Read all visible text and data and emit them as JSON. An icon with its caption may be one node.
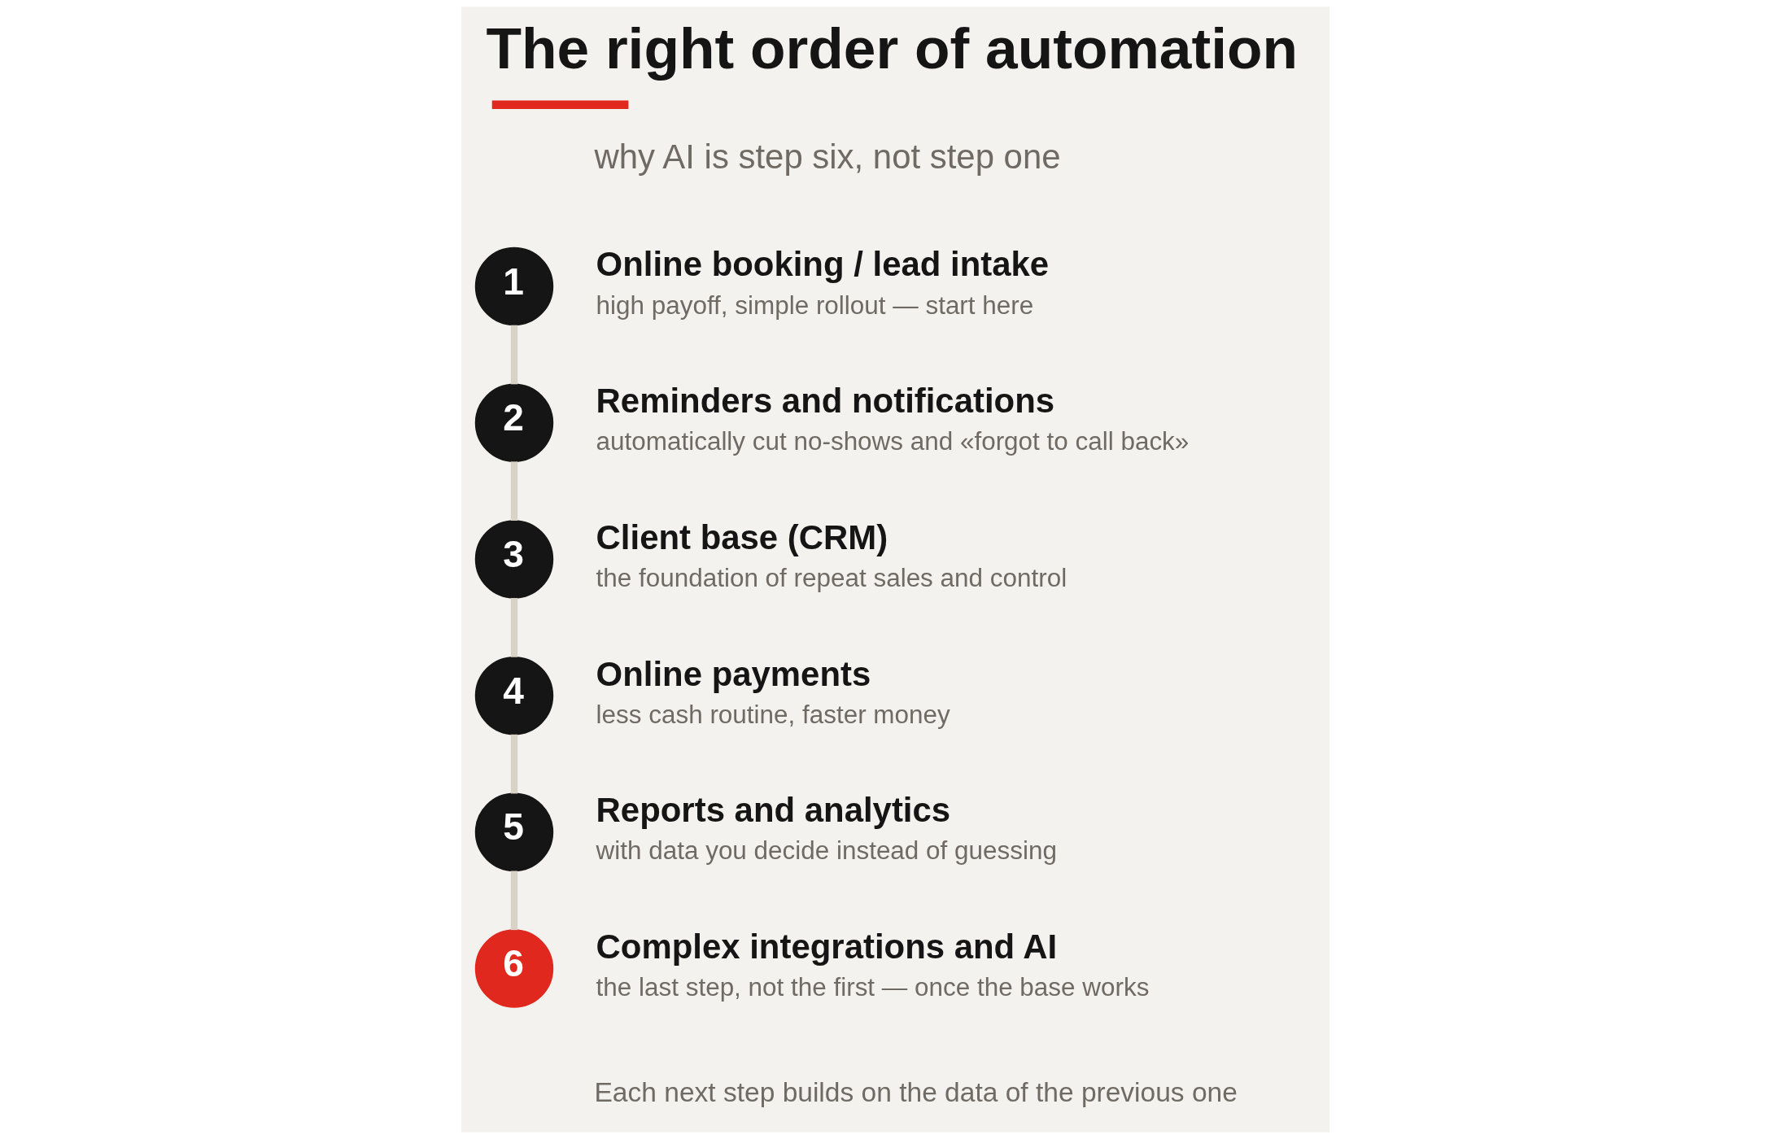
{
  "diagram": {
    "title": "The right order of automation",
    "caption": "Each next step builds on the data of the previous one",
    "labels": [
      "why AI is step six, not step one"
    ],
    "nodes": [
      {
        "text": [
          "1"
        ],
        "beside": [
          "Online booking / lead intake",
          "high payoff, simple rollout — start here"
        ]
      },
      {
        "text": [
          "2"
        ],
        "beside": [
          "Reminders and notifications",
          "automatically cut no-shows and «forgot to call back»"
        ]
      },
      {
        "text": [
          "3"
        ],
        "beside": [
          "Client base (CRM)",
          "the foundation of repeat sales and control"
        ]
      },
      {
        "text": [
          "4"
        ],
        "beside": [
          "Online payments",
          "less cash routine, faster money"
        ]
      },
      {
        "text": [
          "5"
        ],
        "beside": [
          "Reports and analytics",
          "with data you decide instead of guessing"
        ]
      },
      {
        "text": [
          "6"
        ],
        "beside": [
          "Complex integrations and AI",
          "the last step, not the first — once the base works"
        ]
      }
    ],
    "edges": [
      {
        "from": 0,
        "to": 1,
        "arrow": "none"
      },
      {
        "from": 1,
        "to": 2,
        "arrow": "none"
      },
      {
        "from": 2,
        "to": 3,
        "arrow": "none"
      },
      {
        "from": 3,
        "to": 4,
        "arrow": "none"
      },
      {
        "from": 4,
        "to": 5,
        "arrow": "none"
      }
    ]
  }
}
